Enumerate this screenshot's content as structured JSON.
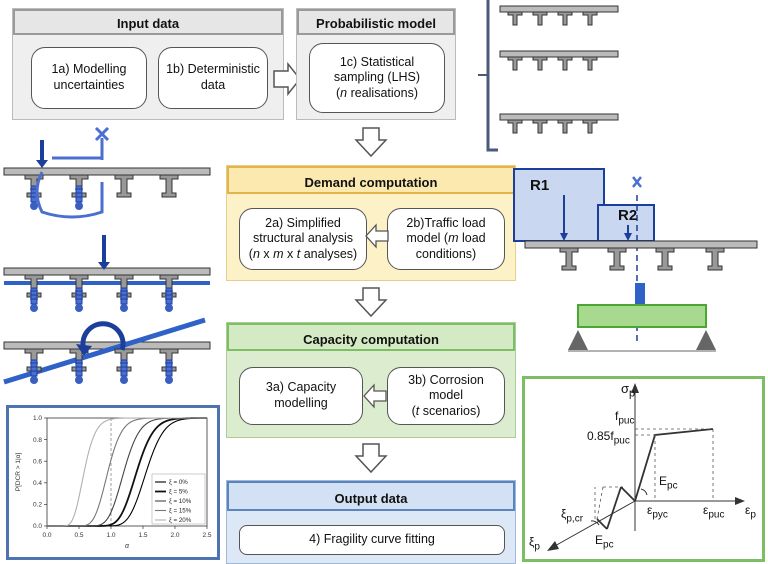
{
  "input_data": {
    "title": "Input data",
    "box_1a": [
      "1a) Modelling",
      "uncertainties"
    ],
    "box_1b": [
      "1b) Deterministic",
      "data"
    ]
  },
  "probabilistic_model": {
    "title": "Probabilistic model",
    "box_1c": [
      "1c) Statistical",
      "sampling (LHS)",
      "realisations)"
    ],
    "box_1c_italic": "n"
  },
  "demand": {
    "title": "Demand computation",
    "box_2a": [
      "2a) Simplified",
      "structural analysis",
      "analyses)"
    ],
    "box_2a_italic": [
      "n",
      "m",
      "t"
    ],
    "box_2b": [
      "2b)Traffic load",
      "model (",
      "load",
      "conditions)"
    ],
    "box_2b_italic": "m"
  },
  "capacity": {
    "title": "Capacity computation",
    "box_3a": [
      "3a) Capacity",
      "modelling"
    ],
    "box_3b": [
      "3b) Corrosion",
      "model",
      "scenarios)"
    ],
    "box_3b_italic": "t"
  },
  "output": {
    "title": "Output data",
    "box_4": "4) Fragility curve fitting"
  },
  "loads": {
    "r1": "R1",
    "r2": "R2"
  },
  "stress_strain": {
    "sigma": "σ",
    "sigma_sub": "p",
    "fpuc": "f",
    "fpuc_sub": "puc",
    "f085": "0.85f",
    "f085_sub": "puc",
    "epc": "E",
    "epc_sub": "pc",
    "epc2": "E",
    "epc2_sub": "pc",
    "epyc": "ε",
    "epyc_sub": "pyc",
    "epuc": "ε",
    "epuc_sub": "puc",
    "ep": "ε",
    "ep_sub": "p",
    "xi": "ξ",
    "xi_sub": "p",
    "xicr": "ξ",
    "xicr_sub": "p,cr"
  },
  "chart_data": {
    "type": "line",
    "ylabel": "P[DCR > 1|α]",
    "xlabel": "α",
    "xlim": [
      0.0,
      2.5
    ],
    "ylim": [
      0.0,
      1.0
    ],
    "xticks": [
      "0.0",
      "0.5",
      "1.0",
      "1.5",
      "2.0",
      "2.5"
    ],
    "yticks": [
      "0.0",
      "0.2",
      "0.4",
      "0.6",
      "0.8",
      "1.0"
    ],
    "reference_line_x": 1.0,
    "grid": false,
    "legend_placement": "lower right",
    "series": [
      {
        "name": "ξ = 0%",
        "color": "#000000",
        "median": 1.55,
        "beta": 0.14
      },
      {
        "name": "ξ = 5%",
        "color": "#111111",
        "median": 1.4,
        "beta": 0.15
      },
      {
        "name": "ξ = 10%",
        "color": "#444444",
        "median": 1.2,
        "beta": 0.16
      },
      {
        "name": "ξ = 15%",
        "color": "#777777",
        "median": 0.95,
        "beta": 0.18
      },
      {
        "name": "ξ = 20%",
        "color": "#b0b0b0",
        "median": 0.58,
        "beta": 0.24
      }
    ]
  }
}
